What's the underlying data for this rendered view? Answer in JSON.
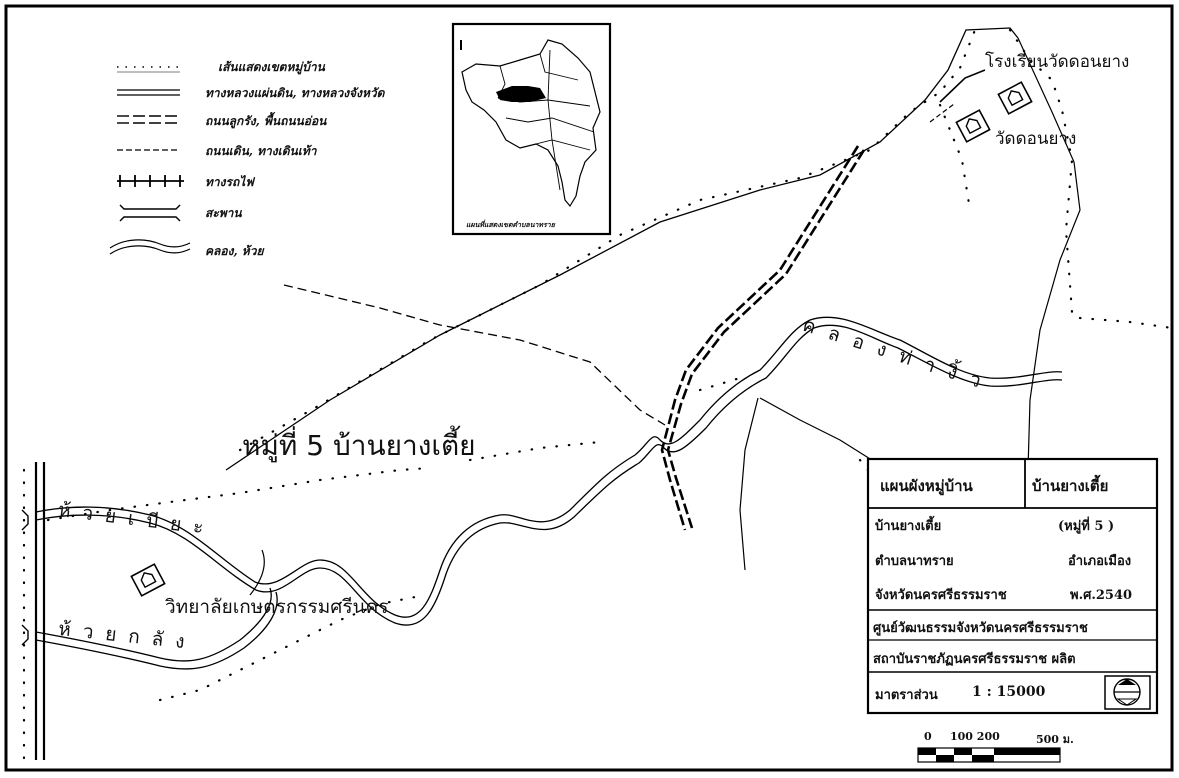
{
  "legend": {
    "items": [
      {
        "label": "เส้นแสดงเขตหมู่บ้าน",
        "icon": "boundary-dotted-line-icon"
      },
      {
        "label": "ทางหลวงแผ่นดิน, ทางหลวงจังหวัด",
        "icon": "highway-double-line-icon"
      },
      {
        "label": "ถนนลูกรัง, พื้นถนนอ่อน",
        "icon": "laterite-road-dashed-double-icon"
      },
      {
        "label": "ถนนเดิน, ทางเดินเท้า",
        "icon": "footpath-dashed-line-icon"
      },
      {
        "label": "ทางรถไฟ",
        "icon": "railway-icon"
      },
      {
        "label": "สะพาน",
        "icon": "bridge-icon"
      },
      {
        "label": "คลอง, ห้วย",
        "icon": "canal-stream-icon"
      }
    ]
  },
  "inset": {
    "caption": "แผนที่แสดงเขตตำบลนาทราย"
  },
  "places": {
    "village_title": "หมู่ที่ 5 บ้านยางเตี้ย",
    "school": "โรงเรียนวัดดอนยาง",
    "temple": "วัดดอนยาง",
    "college": "วิทยาลัยเกษตรกรรมศรีนคร",
    "canal_tha_ngiw": "คลองท่างิ้ว",
    "stream_bia": "ห้วยเบียะ",
    "stream_klang": "ห้วยกลัง"
  },
  "info_box": {
    "header_left": "แผนผังหมู่บ้าน",
    "header_right": "บ้านยางเตี้ย",
    "village": "บ้านยางเตี้ย",
    "moo": "(หมู่ที่ 5 )",
    "tambon": "ตำบลนาทราย",
    "amphoe": "อำเภอเมือง",
    "province": "จังหวัดนครศรีธรรมราช",
    "year": "พ.ศ.2540",
    "credit_1": "ศูนย์วัฒนธรรมจังหวัดนครศรีธรรมราช",
    "credit_2": "สถาบันราชภัฏนครศรีธรรมราช ผลิต",
    "scale_label": "มาตราส่วน",
    "scale_value": "1 : 15000"
  },
  "scale_bar": {
    "label_0": "0",
    "label_100_200": "100 200",
    "label_500": "500 ม."
  },
  "icons": {
    "temple": "temple-icon",
    "north_arrow": "north-arrow-icon"
  }
}
